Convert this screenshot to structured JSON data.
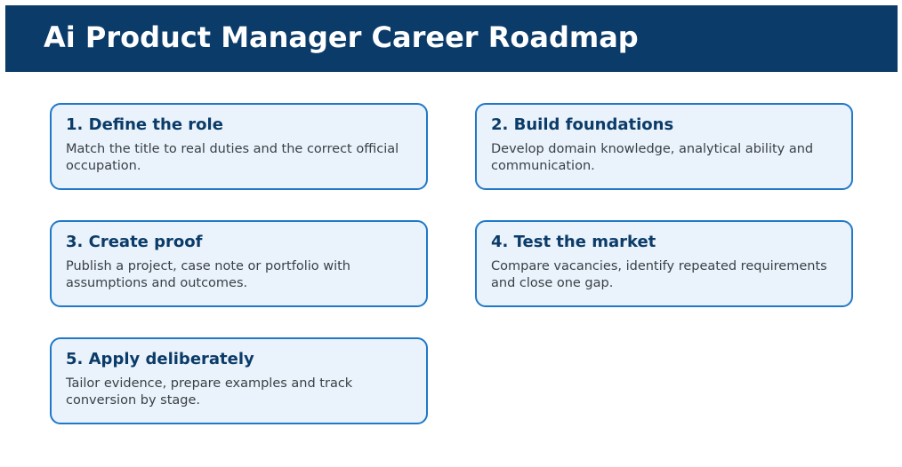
{
  "header": {
    "title": "Ai Product Manager Career Roadmap"
  },
  "steps": [
    {
      "title": "1. Define the role",
      "description": "Match the title to real duties and the correct official occupation."
    },
    {
      "title": "2. Build foundations",
      "description": "Develop domain knowledge, analytical ability and communication."
    },
    {
      "title": "3. Create proof",
      "description": "Publish a project, case note or portfolio with assumptions and outcomes."
    },
    {
      "title": "4. Test the market",
      "description": "Compare vacancies, identify repeated requirements and close one gap."
    },
    {
      "title": "5. Apply deliberately",
      "description": "Tailor evidence, prepare examples and track conversion by stage."
    }
  ],
  "colors": {
    "header_background": "#0b3b69",
    "card_border": "#1f78c8",
    "card_background": "#eaf3fb",
    "card_title": "#0b3b69",
    "card_text": "#3a3f45"
  }
}
